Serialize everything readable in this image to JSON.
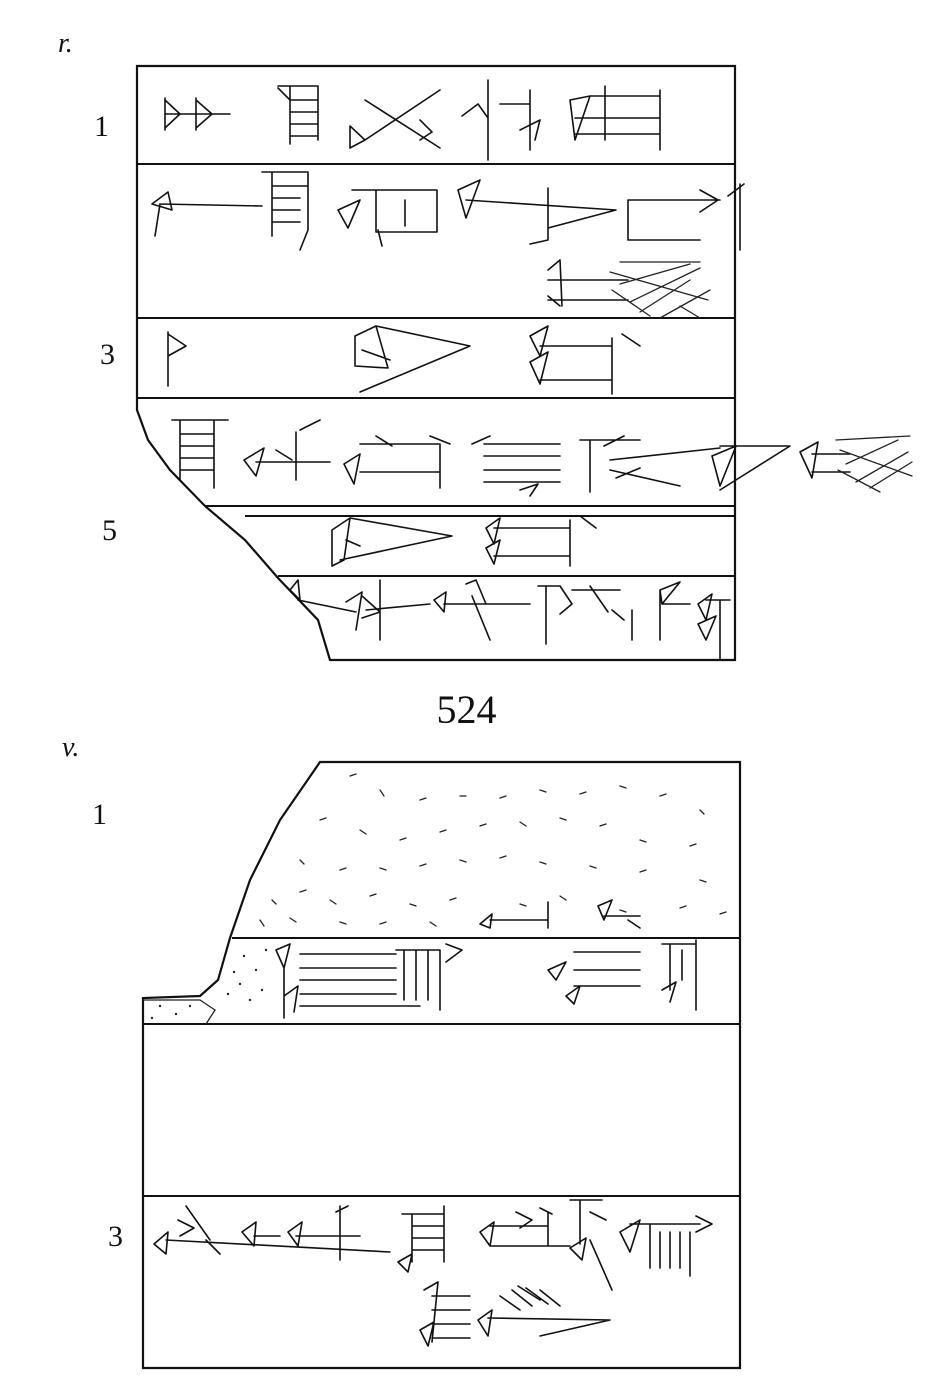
{
  "obverse": {
    "side_label": "r.",
    "line_numbers": [
      "1",
      "3",
      "5"
    ]
  },
  "catalog_number": "524",
  "reverse": {
    "side_label": "v.",
    "line_numbers": [
      "1",
      "3"
    ]
  }
}
